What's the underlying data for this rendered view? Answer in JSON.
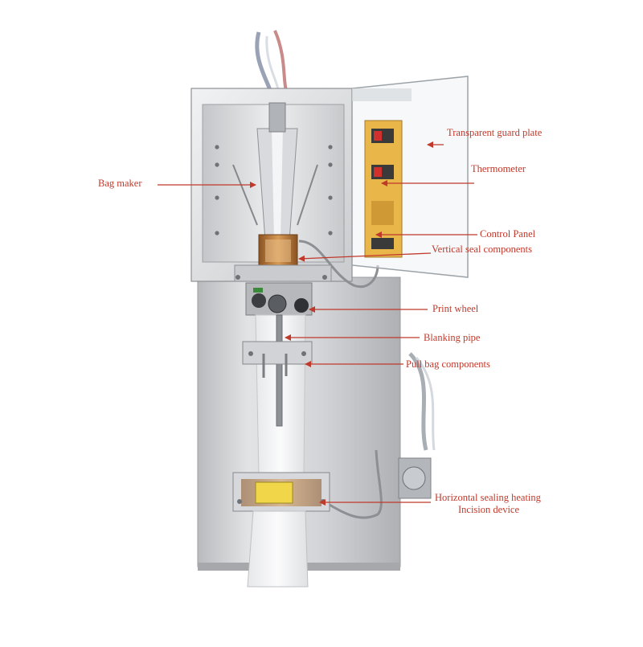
{
  "labels": {
    "guard_plate": "Transparent guard plate",
    "thermometer": "Thermometer",
    "bag_maker": "Bag maker",
    "control_panel": "Control Panel",
    "vertical_seal": "Vertical seal components",
    "print_wheel": "Print wheel",
    "blanking_pipe": "Blanking pipe",
    "pull_bag": "Pull bag components",
    "horizontal_sealing": "Horizontal sealing heating",
    "incision": "Incision device"
  },
  "colors": {
    "annotation": "#c0392b",
    "steel_light": "#e4e5e7",
    "steel_dark": "#a9abae",
    "panel_yellow": "#e9b64a",
    "bag_film": "#f3f4f5",
    "copper": "#b8742f"
  }
}
